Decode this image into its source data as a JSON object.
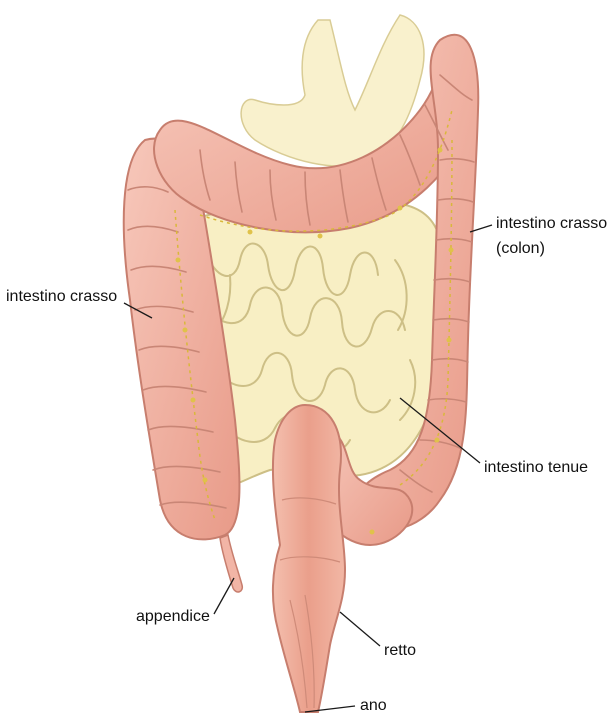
{
  "labels": {
    "intestino_crasso_right_line1": "intestino crasso",
    "intestino_crasso_right_line2": "(colon)",
    "intestino_crasso_left": "intestino crasso",
    "intestino_tenue": "intestino tenue",
    "appendice": "appendice",
    "retto": "retto",
    "ano": "ano"
  },
  "colors": {
    "colon_fill": "#f2b5a6",
    "colon_stroke": "#c77e6e",
    "colon_haustra": "#c98676",
    "small_intestine_fill": "#f8efc4",
    "small_intestine_stroke": "#cdbf86",
    "rectum_fill": "#eeaa98",
    "vessel": "#d9b83a",
    "label_text": "#111111"
  }
}
